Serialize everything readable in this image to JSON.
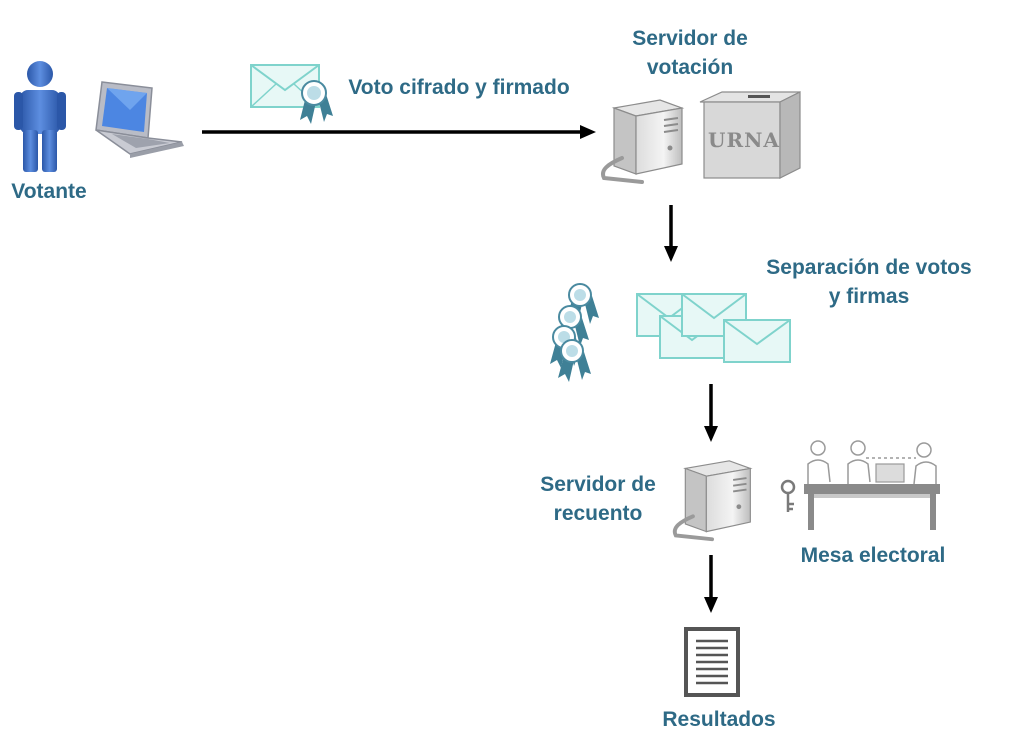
{
  "labels": {
    "voter": "Votante",
    "encrypted_vote": "Voto cifrado y firmado",
    "voting_server_line1": "Servidor de",
    "voting_server_line2": "votación",
    "ballot_box": "URNA",
    "separation_line1": "Separación de votos",
    "separation_line2": "y firmas",
    "count_server_line1": "Servidor de",
    "count_server_line2": "recuento",
    "election_board": "Mesa electoral",
    "results": "Resultados"
  },
  "colors": {
    "label_text": "#2e6a86",
    "arrow": "#000000",
    "envelope": "#7fd3cc",
    "seal": "#3f8096",
    "voter_figure": "#3b6cc0",
    "laptop_screen": "#5a8fe6"
  },
  "icons": [
    "person-icon",
    "laptop-icon",
    "envelope-icon",
    "seal-icon",
    "server-icon",
    "ballot-box-icon",
    "election-board-icon",
    "key-icon",
    "document-icon"
  ]
}
